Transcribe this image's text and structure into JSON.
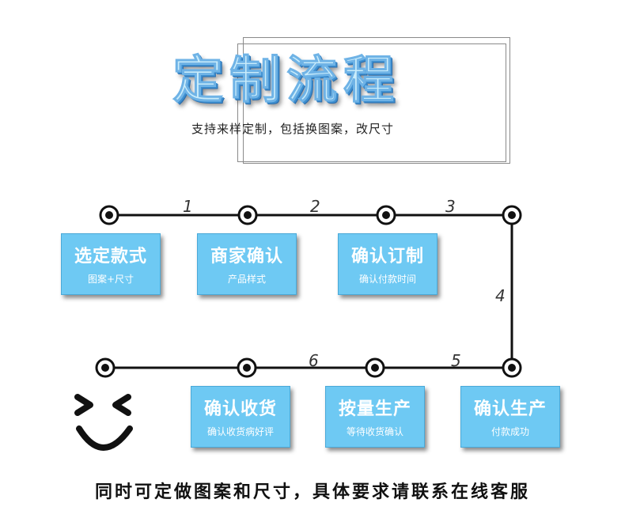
{
  "header": {
    "title": "定制流程",
    "subtitle": "支持来样定制，包括换图案，改尺寸"
  },
  "steps": [
    {
      "number": "1",
      "title": "选定款式",
      "subtitle": "图案+尺寸"
    },
    {
      "number": "2",
      "title": "商家确认",
      "subtitle": "产品样式"
    },
    {
      "number": "3",
      "title": "确认订制",
      "subtitle": "确认付款时间"
    },
    {
      "number": "4",
      "title": "",
      "subtitle": ""
    },
    {
      "number": "5",
      "title": "确认生产",
      "subtitle": "付款成功"
    },
    {
      "number": "6",
      "title": "按量生产",
      "subtitle": "等待收货确认"
    },
    {
      "number": "",
      "title": "确认收货",
      "subtitle": "确认收货病好评"
    }
  ],
  "footer": {
    "text": "同时可定做图案和尺寸，具体要求请联系在线客服"
  }
}
